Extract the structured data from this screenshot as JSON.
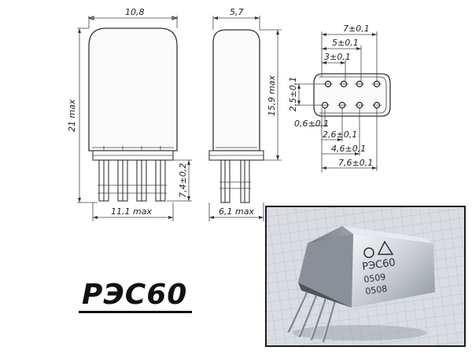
{
  "title": "РЭС60",
  "front_view": {
    "width_label": "10,8",
    "height_label": "21 max",
    "pins_label": "7,4±0,2",
    "base_label": "11,1 max"
  },
  "side_view": {
    "width_label": "5,7",
    "height_label": "15,9 max",
    "base_label": "6,1 max"
  },
  "pin_layout": {
    "dims": [
      "7±0,1",
      "5±0,1",
      "3±0,1",
      "2,5±0,1",
      "0,6±0,1",
      "2,6±0,1",
      "4,6±0,1",
      "7,6±0,1"
    ]
  },
  "photo": {
    "marking_lines": [
      "РЭС60",
      "0509",
      "0508"
    ]
  }
}
